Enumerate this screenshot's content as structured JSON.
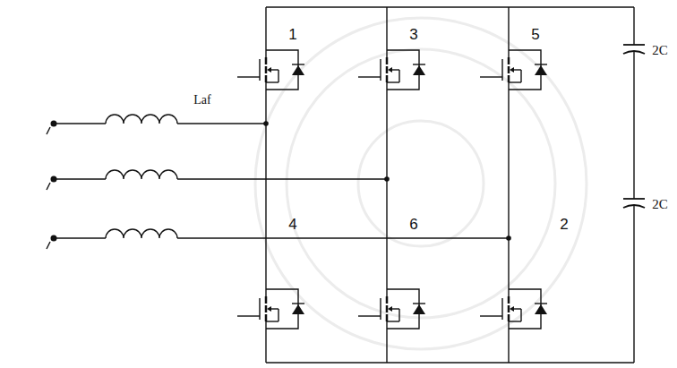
{
  "diagram": {
    "labels": [
      "1",
      "3",
      "5",
      "Laf",
      "4",
      "6",
      "2",
      "2C",
      "2C"
    ]
  }
}
